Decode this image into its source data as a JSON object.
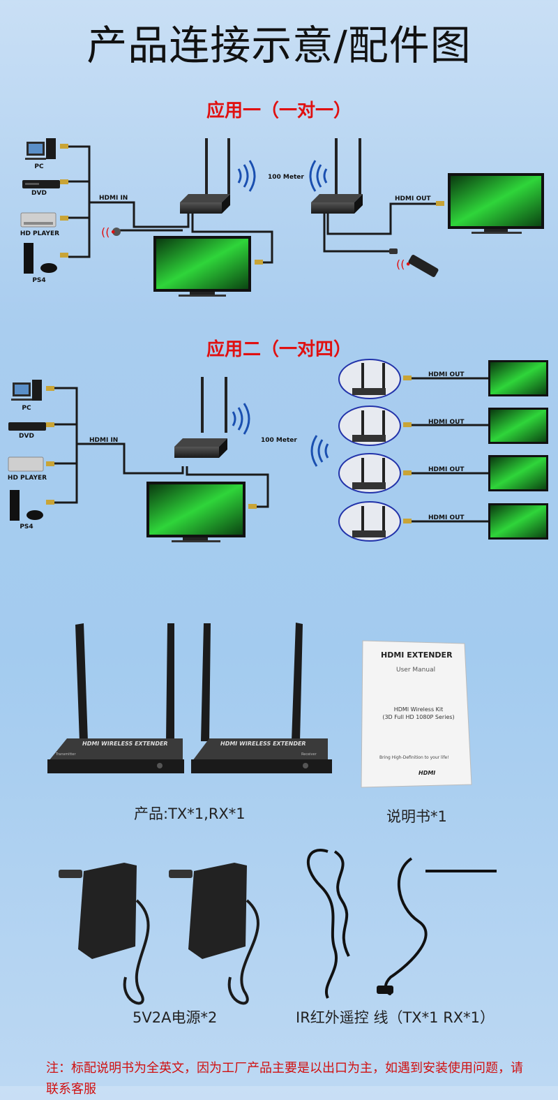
{
  "page_title": "产品连接示意/配件图",
  "app1": {
    "heading": "应用一（一对一）",
    "sources": [
      "PC",
      "DVD",
      "HD PLAYER",
      "PS4"
    ],
    "hdmi_in": "HDMI IN",
    "distance": "100 Meter",
    "hdmi_out": "HDMI OUT"
  },
  "app2": {
    "heading": "应用二（一对四）",
    "sources": [
      "PC",
      "DVD",
      "HD PLAYER",
      "PS4"
    ],
    "hdmi_in": "HDMI IN",
    "distance": "100 Meter",
    "hdmi_out": [
      "HDMI OUT",
      "HDMI OUT",
      "HDMI OUT",
      "HDMI OUT"
    ]
  },
  "products": {
    "device_brand": "HDMI WIRELESS EXTENDER",
    "tx_label": "Transmitter",
    "rx_label": "Receiver",
    "caption": "产品:TX*1,RX*1"
  },
  "manual": {
    "header": "HDMI EXTENDER",
    "subheader": "User Manual",
    "kit_line1": "HDMI Wireless Kit",
    "kit_line2": "(3D Full HD 1080P Series)",
    "tagline": "Bring High-Definition to your life!",
    "logo_text": "HDMI",
    "caption": "说明书*1"
  },
  "accessories": {
    "power_caption": "5V2A电源*2",
    "ir_caption": "IR红外遥控 线（TX*1 RX*1）"
  },
  "note_text": "注：标配说明书为全英文，因为工厂产品主要是以出口为主，如遇到安装使用问题，请联系客服",
  "colors": {
    "accent_red": "#e01010",
    "screen_green": "#1fae2a"
  }
}
